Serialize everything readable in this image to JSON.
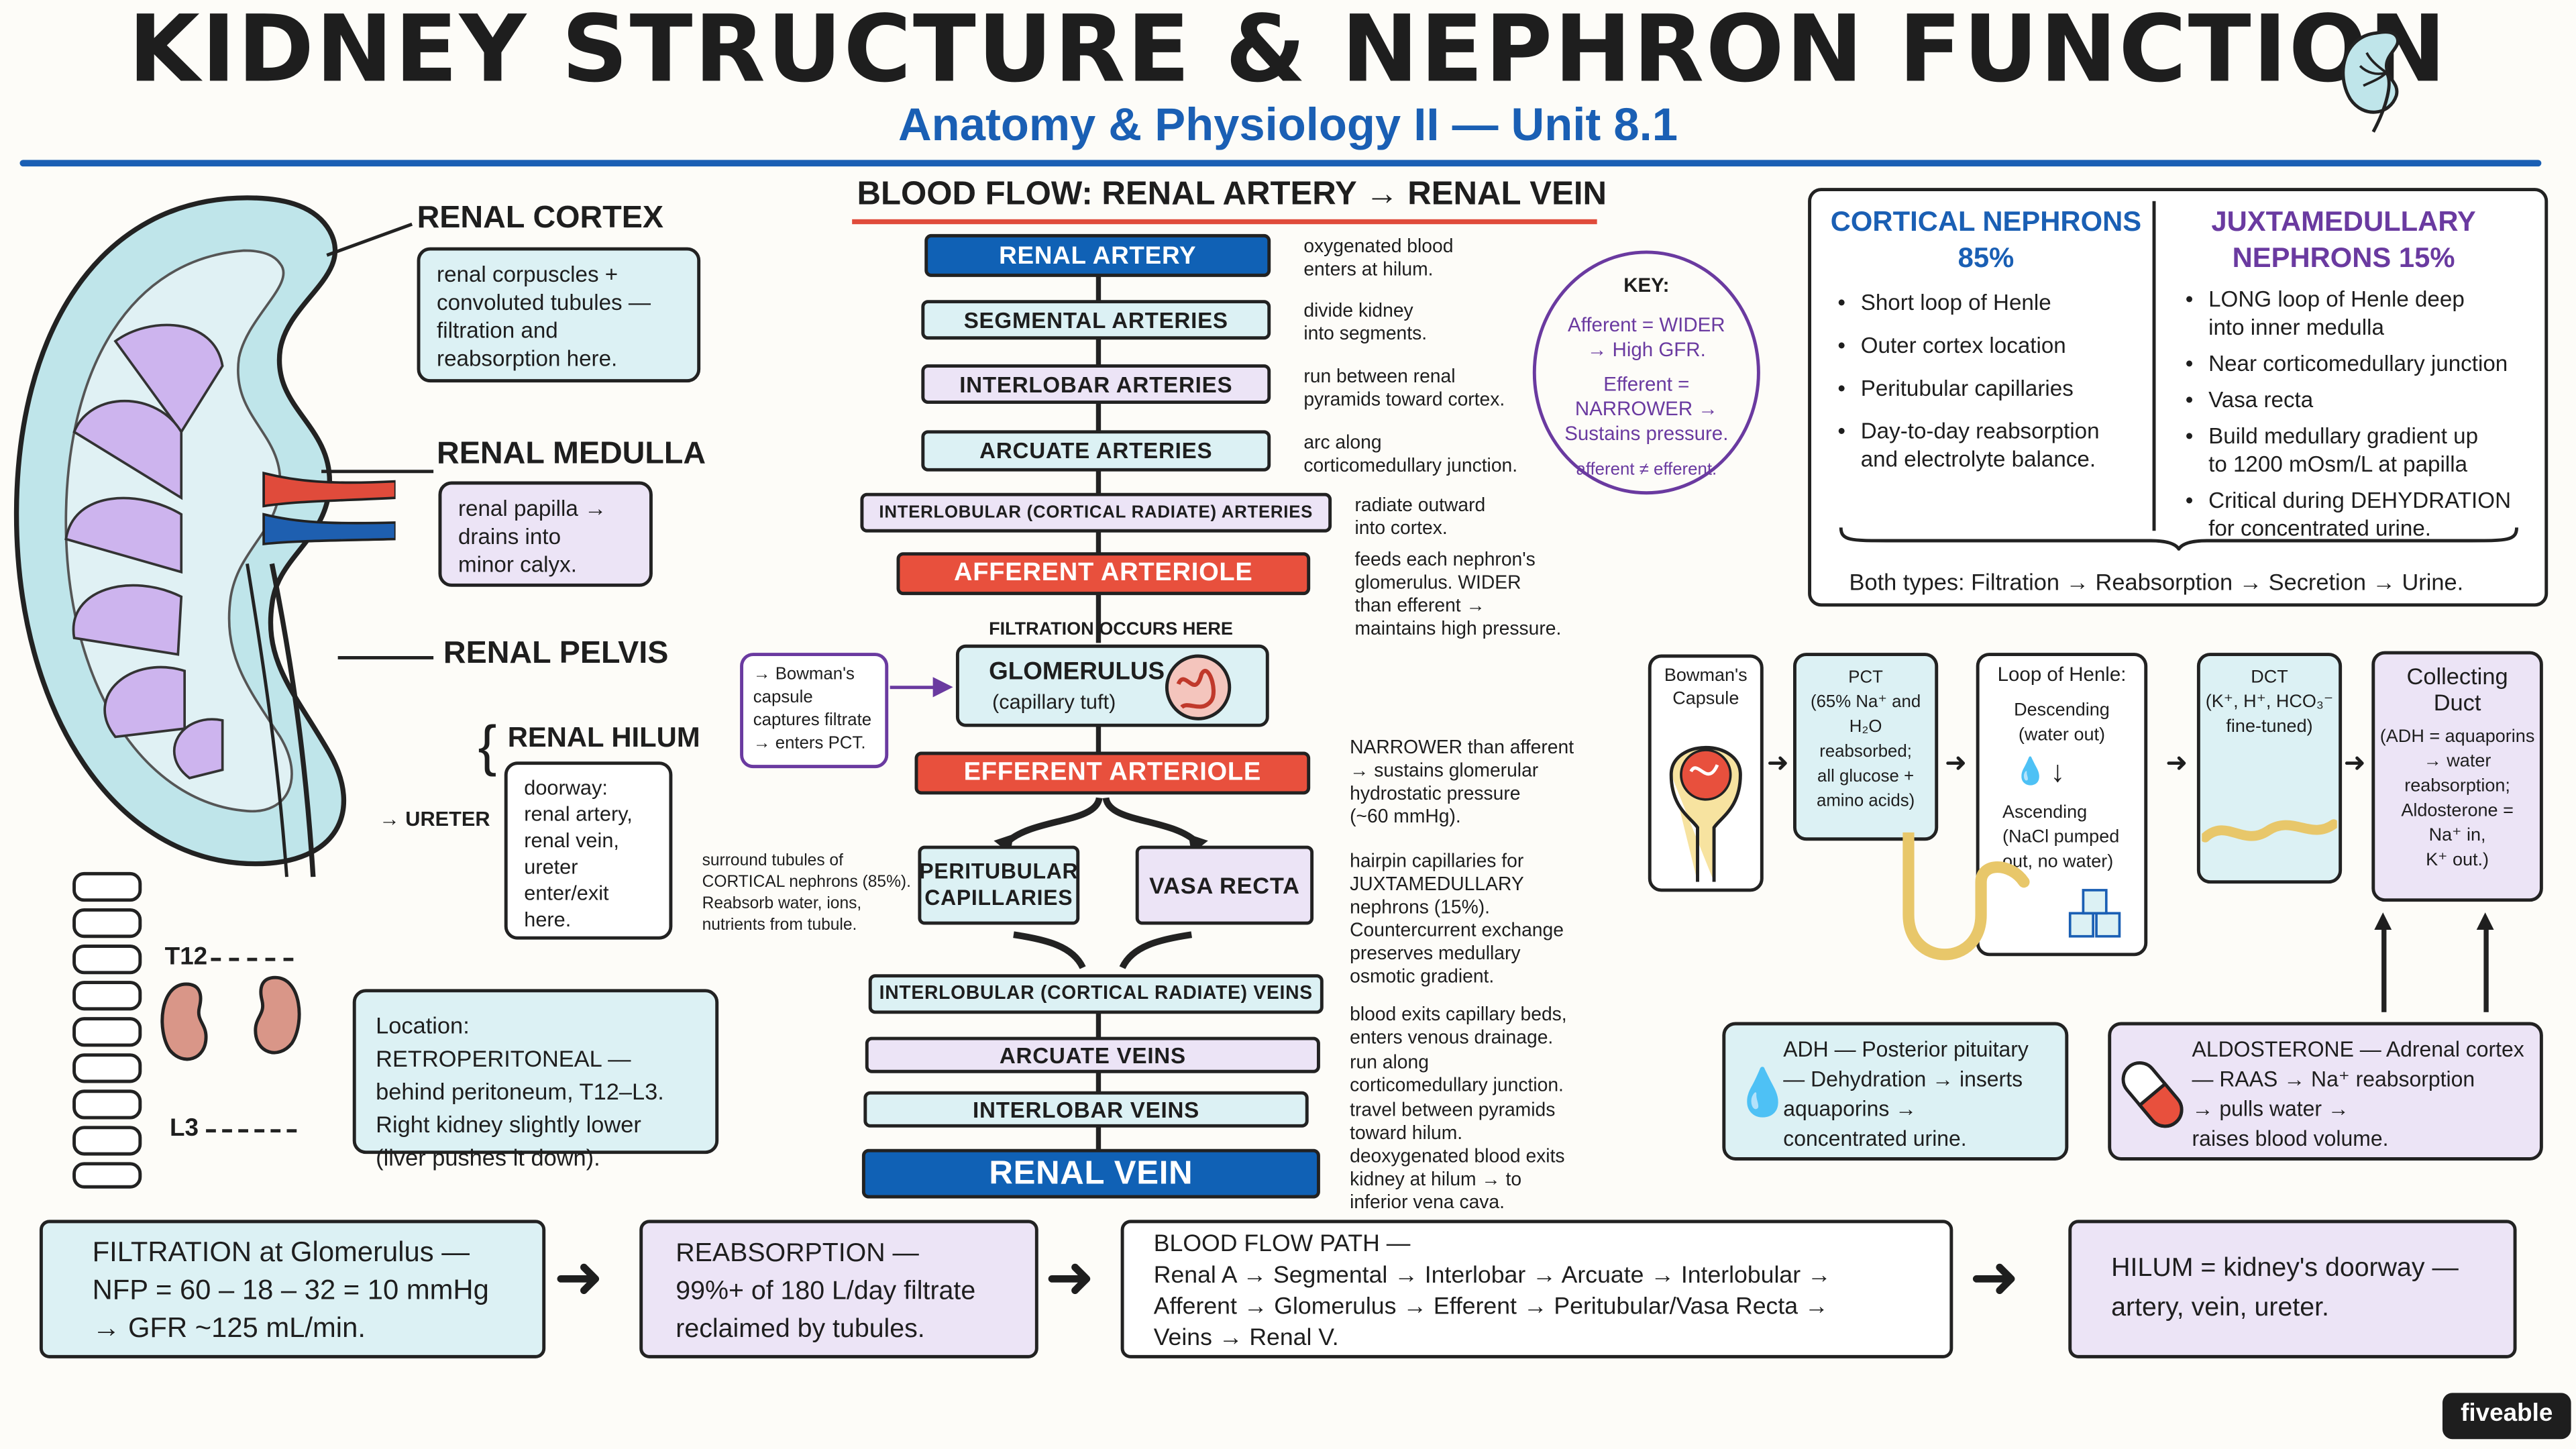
{
  "title": "KIDNEY STRUCTURE & NEPHRON FUNCTION",
  "subtitle": "Anatomy & Physiology II — Unit 8.1",
  "kidney": {
    "cortex_label": "RENAL CORTEX",
    "cortex_note": "renal corpuscles +\nconvoluted tubules —\nfiltration and\nreabsorption here.",
    "medulla_label": "RENAL MEDULLA",
    "medulla_note": "renal papilla →\ndrains into\nminor calyx.",
    "pelvis_label": "RENAL PELVIS",
    "hilum_label": "RENAL HILUM",
    "hilum_note": "doorway:\nrenal artery,\nrenal vein,\nureter\nenter/exit\nhere.",
    "ureter_label": "→ URETER"
  },
  "location": {
    "t12": "T12",
    "l3": "L3",
    "note": "Location: RETROPERITONEAL —\nbehind peritoneum, T12–L3.\nRight kidney slightly lower\n(liver pushes it down)."
  },
  "flow": {
    "heading": "BLOOD FLOW: RENAL ARTERY → RENAL VEIN",
    "renal_artery": "RENAL ARTERY",
    "renal_artery_note": "oxygenated blood\nenters at hilum.",
    "segmental": "SEGMENTAL ARTERIES",
    "segmental_note": "divide kidney\ninto segments.",
    "interlobar_a": "INTERLOBAR ARTERIES",
    "interlobar_a_note": "run between renal\npyramids toward cortex.",
    "arcuate_a": "ARCUATE ARTERIES",
    "arcuate_a_note": "arc along\ncorticomedullary junction.",
    "interlobular_a": "INTERLOBULAR (CORTICAL RADIATE) ARTERIES",
    "interlobular_a_note": "radiate outward\ninto cortex.",
    "afferent": "AFFERENT ARTERIOLE",
    "afferent_note": "feeds each nephron's\nglomerulus. WIDER\nthan efferent →\nmaintains high pressure.",
    "filtration_here": "FILTRATION OCCURS HERE",
    "glomerulus": "GLOMERULUS",
    "glomerulus_sub": "(capillary tuft)",
    "bowman_note": "→ Bowman's\ncapsule\ncaptures filtrate\n→ enters PCT.",
    "efferent": "EFFERENT ARTERIOLE",
    "efferent_note": "NARROWER than afferent\n→ sustains glomerular\nhydrostatic pressure\n(~60 mmHg).",
    "peritubular": "PERITUBULAR\nCAPILLARIES",
    "peritubular_note": "surround tubules of\nCORTICAL nephrons (85%).\nReabsorb water, ions,\nnutrients from tubule.",
    "vasa_recta": "VASA RECTA",
    "vasa_recta_note": "hairpin capillaries for\nJUXTAMEDULLARY\nnephrons (15%).\nCountercurrent exchange\npreserves medullary\nosmotic gradient.",
    "interlobular_v": "INTERLOBULAR (CORTICAL RADIATE) VEINS",
    "interlobular_v_note": "blood exits capillary beds,\nenters venous drainage.",
    "arcuate_v": "ARCUATE VEINS",
    "arcuate_v_note": "run along\ncorticomedullary junction.",
    "interlobar_v": "INTERLOBAR VEINS",
    "interlobar_v_note": "travel between pyramids\ntoward hilum.",
    "renal_vein": "RENAL VEIN",
    "renal_vein_note": "deoxygenated blood exits\nkidney at hilum → to\ninferior vena cava."
  },
  "key": {
    "title": "KEY:",
    "line1": "Afferent = WIDER\n→ High GFR.",
    "line2": "Efferent =\nNARROWER →\nSustains pressure.",
    "line3": "afferent ≠ efferent."
  },
  "nephrons": {
    "cortical_title": "CORTICAL NEPHRONS\n85%",
    "cortical_items": [
      "Short loop of Henle",
      "Outer cortex location",
      "Peritubular capillaries",
      "Day-to-day reabsorption\nand electrolyte balance."
    ],
    "jm_title": "JUXTAMEDULLARY\nNEPHRONS 15%",
    "jm_items": [
      "LONG loop of Henle deep\ninto inner medulla",
      "Near corticomedullary junction",
      "Vasa recta",
      "Build medullary gradient up\nto 1200 mOsm/L at papilla",
      "Critical during DEHYDRATION\nfor concentrated urine."
    ],
    "both": "Both types: Filtration → Reabsorption → Secretion → Urine."
  },
  "tubule": {
    "bowman": "Bowman's\nCapsule",
    "pct": "PCT\n(65% Na⁺ and\nH₂O reabsorbed;\nall glucose +\namino acids)",
    "loop_title": "Loop of Henle:",
    "loop_desc": "Descending\n(water out)",
    "loop_asc": "Ascending\n(NaCl pumped\nout, no water)",
    "dct": "DCT\n(K⁺, H⁺, HCO₃⁻\nfine-tuned)",
    "cd": "Collecting\nDuct",
    "cd_note": "(ADH = aquaporins\n→ water\nreabsorption;\nAldosterone =\nNa⁺ in,\nK⁺ out.)",
    "adh": "ADH — Posterior pituitary\n— Dehydration → inserts\naquaporins →\nconcentrated urine.",
    "aldo": "ALDOSTERONE — Adrenal cortex\n— RAAS → Na⁺ reabsorption\n→ pulls water →\nraises blood volume."
  },
  "summary": {
    "filtration": "FILTRATION at Glomerulus —\nNFP = 60 – 18 – 32 = 10 mmHg\n→ GFR ~125 mL/min.",
    "reabsorption": "REABSORPTION —\n99%+ of 180 L/day filtrate\nreclaimed by tubules.",
    "bloodflow": "BLOOD FLOW PATH —\nRenal A → Segmental → Interlobar → Arcuate → Interlobular →\nAfferent → Glomerulus → Efferent → Peritubular/Vasa Recta →\nVeins → Renal V.",
    "hilum": "HILUM = kidney's doorway —\nartery, vein, ureter."
  },
  "brand": "fiveable",
  "colors": {
    "blue": "#1061b5",
    "red": "#e8503d",
    "teal": "#dcf1f4",
    "lavender": "#ece4f6",
    "purple": "#6a3aa0"
  }
}
